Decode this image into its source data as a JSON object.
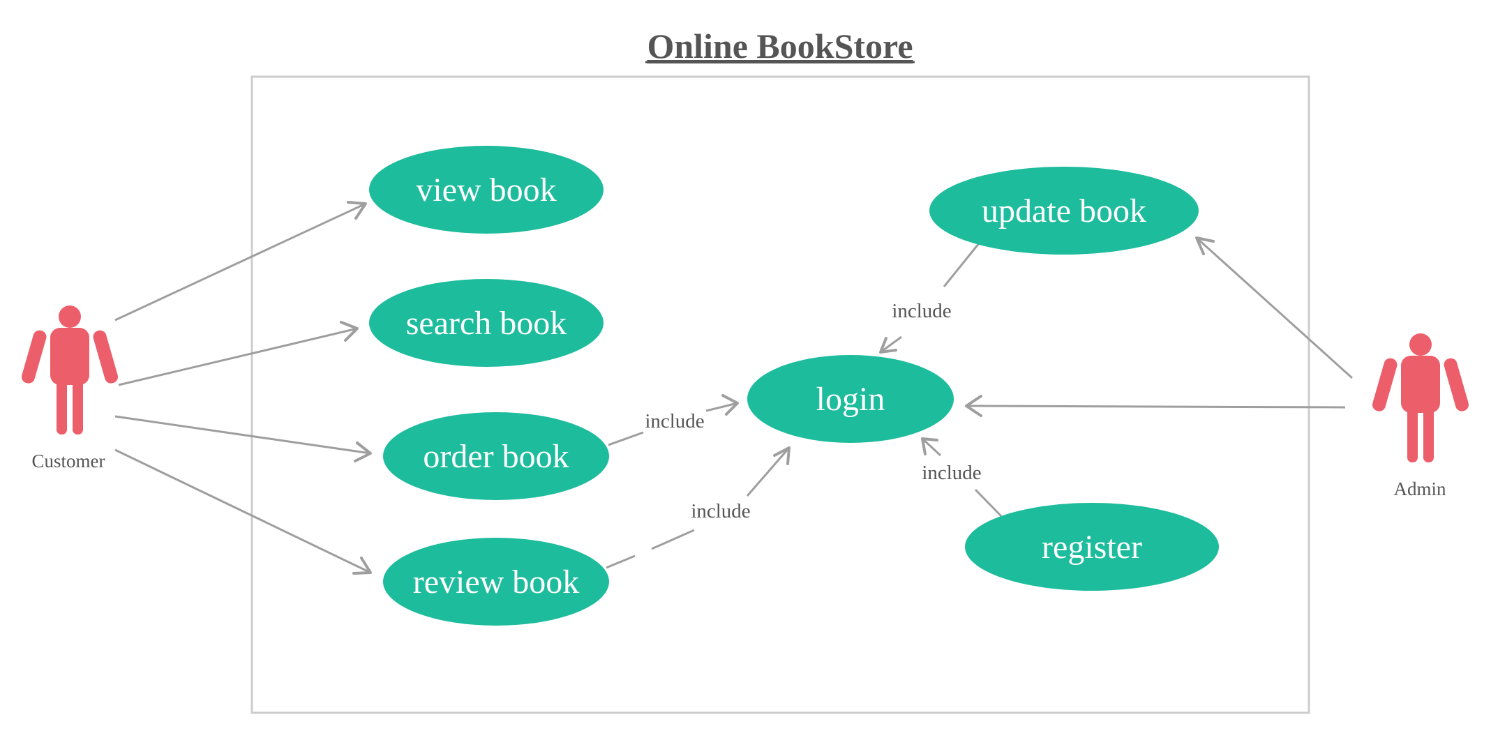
{
  "title": "Online BookStore",
  "colors": {
    "usecase_fill": "#1dbc9c",
    "actor_fill": "#ec5e6a",
    "edge": "#9e9e9e",
    "boundary": "#cccccc",
    "text_dark": "#555555"
  },
  "actors": {
    "customer": {
      "label": "Customer"
    },
    "admin": {
      "label": "Admin"
    }
  },
  "usecases": {
    "view_book": "view book",
    "search_book": "search book",
    "order_book": "order book",
    "review_book": "review book",
    "login": "login",
    "update_book": "update book",
    "register": "register"
  },
  "relations": {
    "include_label": "include",
    "customer_associations": [
      "view book",
      "search book",
      "order book",
      "review book"
    ],
    "admin_associations": [
      "update book",
      "login"
    ],
    "includes": [
      {
        "from": "order book",
        "to": "login"
      },
      {
        "from": "review book",
        "to": "login"
      },
      {
        "from": "update book",
        "to": "login"
      },
      {
        "from": "register",
        "to": "login"
      }
    ]
  }
}
